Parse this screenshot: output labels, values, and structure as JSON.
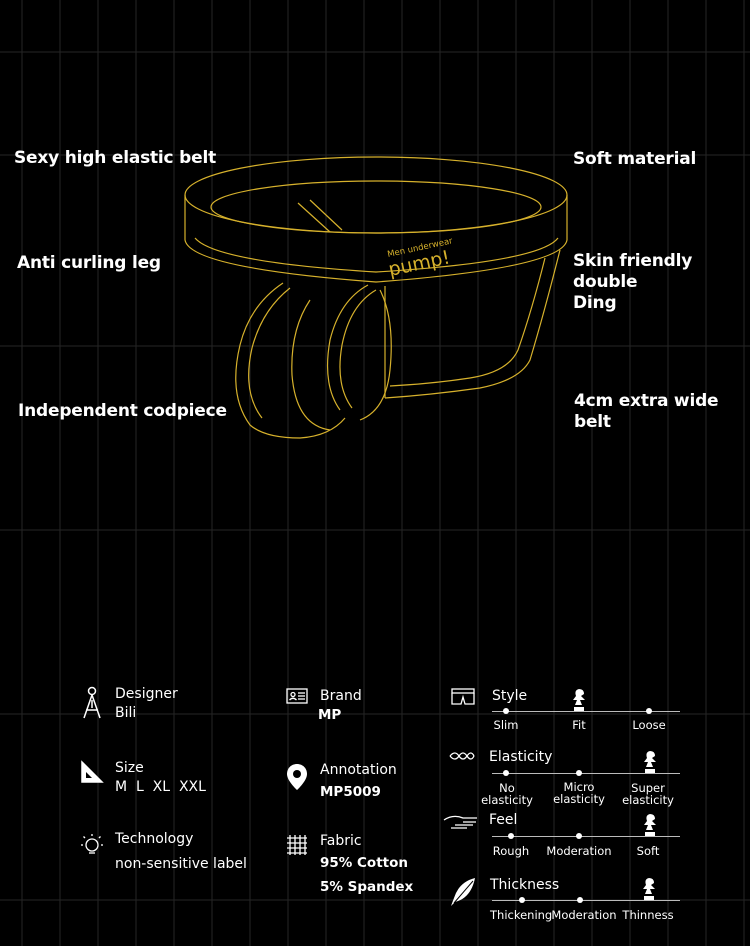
{
  "callouts": {
    "sexy_belt": "Sexy high elastic belt",
    "soft_material": "Soft material",
    "anti_curling": "Anti curling leg",
    "skin_friendly_1": "Skin friendly double",
    "skin_friendly_2": "Ding",
    "codpiece": "Independent codpiece",
    "wide_belt": "4cm extra wide belt"
  },
  "logo": {
    "small": "Men underwear",
    "big": "pump!"
  },
  "specs": {
    "designer": {
      "label": "Designer",
      "value": "Bili"
    },
    "brand": {
      "label": "Brand",
      "value": "MP"
    },
    "size": {
      "label": "Size",
      "value": "M  L  XL  XXL"
    },
    "annotation": {
      "label": "Annotation",
      "value": "MP5009"
    },
    "technology": {
      "label": "Technology",
      "value": "non-sensitive label"
    },
    "fabric": {
      "label": "Fabric",
      "value1": "95% Cotton",
      "value2": "5% Spandex"
    }
  },
  "meters": {
    "style": {
      "label": "Style",
      "ticks": [
        "Slim",
        "Fit",
        "Loose"
      ],
      "selected_index": 1
    },
    "elasticity": {
      "label": "Elasticity",
      "ticks": [
        [
          "No",
          "elasticity"
        ],
        [
          "Micro",
          "elasticity"
        ],
        [
          "Super",
          "elasticity"
        ]
      ],
      "selected_index": 2
    },
    "feel": {
      "label": "Feel",
      "ticks": [
        "Rough",
        "Moderation",
        "Soft"
      ],
      "selected_index": 2
    },
    "thickness": {
      "label": "Thickness",
      "ticks": [
        "Thickening",
        "Moderation",
        "Thinness"
      ],
      "selected_index": 2
    }
  },
  "colors": {
    "background": "#000000",
    "outline": "#d6b12c",
    "text": "#ffffff",
    "grid": "#2a2a2a"
  }
}
